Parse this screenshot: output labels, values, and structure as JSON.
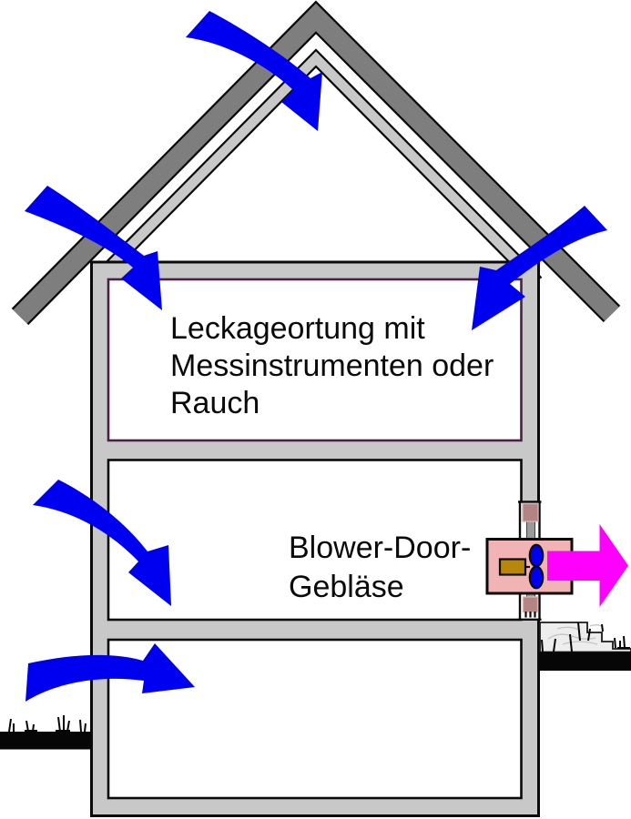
{
  "diagram": {
    "attic_note": {
      "lines": [
        "Leckageortung mit",
        "Messinstrumenten oder",
        "Rauch"
      ]
    },
    "blower_label": {
      "lines": [
        "Blower-Door-",
        "Gebläse"
      ]
    },
    "arrows": {
      "air_in_icons": [
        "roof-peak",
        "roof-left",
        "roof-right",
        "wall-left",
        "ground-left"
      ],
      "air_out_icon": "blower-exhaust-right"
    },
    "colors": {
      "air_in": "#0000f0",
      "air_out": "#ff00ff",
      "roof": "#7e7e7e",
      "wall": "#c8c8c8",
      "housing": "#f1b3b3",
      "motor": "#b8860b",
      "blade": "#0000f0",
      "block": "#b28484",
      "ground": "#060606",
      "rubble": "#ededed",
      "attic_border": "#4a2144",
      "ink": "#0a0a0a"
    }
  }
}
